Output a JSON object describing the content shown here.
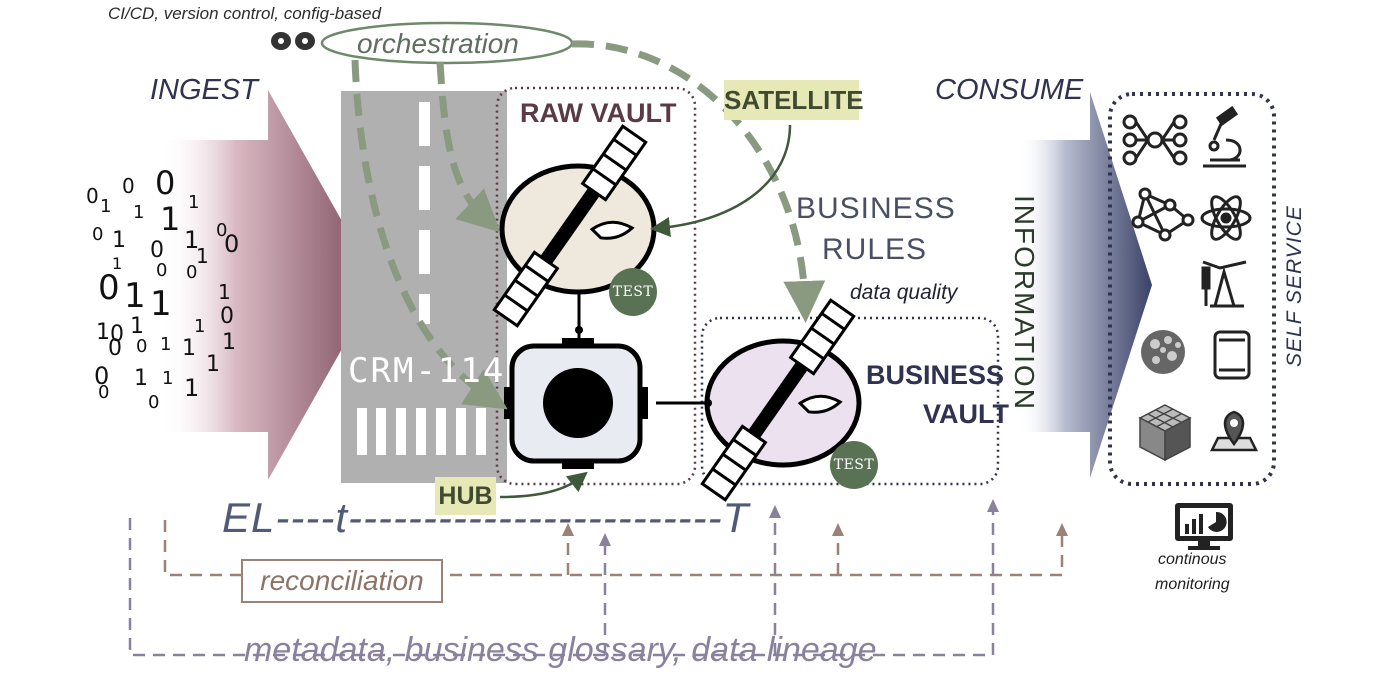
{
  "annotations": {
    "cicd": "CI/CD, version control, config-based",
    "orchestration": "orchestration"
  },
  "stages": {
    "ingest": "INGEST",
    "consume": "CONSUME"
  },
  "raw_vault": {
    "title": "RAW VAULT",
    "satellite": "SATELLITE",
    "hub": "HUB",
    "test_badge": "TEST"
  },
  "business": {
    "rules_line1": "BUSINESS",
    "rules_line2": "RULES",
    "data_quality": "data quality",
    "vault_line1": "BUSINESS",
    "vault_line2": "VAULT",
    "test_badge": "TEST"
  },
  "source_system": "CRM-114",
  "information": "INFORMATION",
  "self_service": "SELF SERVICE",
  "monitoring": {
    "line1": "continous",
    "line2": "monitoring"
  },
  "process": {
    "elt": "EL----t-------------------------T",
    "reconciliation": "reconciliation",
    "metadata": "metadata, business glossary, data lineage"
  },
  "binary_digits": [
    "0",
    "1",
    "0",
    "1",
    "0",
    "1",
    "1",
    "0",
    "1",
    "0",
    "1",
    "0",
    "0",
    "1",
    "1",
    "0",
    "0",
    "0",
    "1",
    "1",
    "1",
    "0",
    "1",
    "0",
    "1",
    "1",
    "0",
    "0",
    "1",
    "1",
    "1",
    "0",
    "0",
    "1",
    "1",
    "0",
    "1",
    "1",
    "0",
    "0",
    "1",
    "0"
  ],
  "icons": [
    "workflow-icon",
    "microscope-icon",
    "network-graph-icon",
    "atom-icon",
    "oil-pump-icon",
    "brain-icon",
    "tablet-icon",
    "rubiks-cube-icon",
    "map-pin-icon",
    "monitor-dashboard-icon",
    "link-icon",
    "satellite-icon",
    "hub-icon"
  ],
  "colors": {
    "ingest_arrow": "#7a4a5a",
    "consume_arrow": "#3a4268",
    "orchestration_green": "#8a9a80",
    "badge_green": "#5a7254",
    "highlight": "#e6e9b6",
    "reconciliation_line": "#9c8276",
    "metadata_line": "#8a829c"
  }
}
